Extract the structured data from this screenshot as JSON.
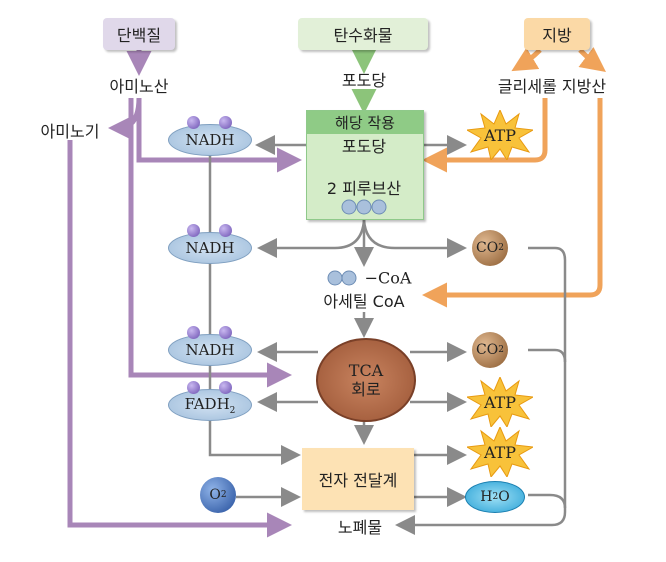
{
  "sources": {
    "protein": "단백질",
    "carbohydrate": "탄수화물",
    "fat": "지방"
  },
  "intermediates": {
    "amino_acid": "아미노산",
    "glucose_top": "포도당",
    "glycerol_fatty_acid": "글리세롤 지방산",
    "amino_group": "아미노기",
    "acetyl_coa_label": "아세틸 CoA",
    "coa_suffix": "−CoA"
  },
  "glycolysis": {
    "title": "해당 작용",
    "glucose": "포도당",
    "pyruvate": "2 피루브산"
  },
  "tca": {
    "line1": "TCA",
    "line2": "회로"
  },
  "etc": {
    "label": "전자 전달계"
  },
  "waste": "노폐물",
  "carriers": {
    "nadh": "NADH",
    "fadh2_base": "FADH",
    "fadh2_sub": "2"
  },
  "products": {
    "atp": "ATP",
    "co2_base": "CO",
    "co2_sub": "2",
    "h2o_h": "H",
    "h2o_sub": "2",
    "h2o_o": "O",
    "o2_base": "O",
    "o2_sub": "2"
  },
  "colors": {
    "protein": "#a886b8",
    "carb": "#8cc47a",
    "fat": "#f0a35a",
    "gray": "#8a8a8a"
  }
}
